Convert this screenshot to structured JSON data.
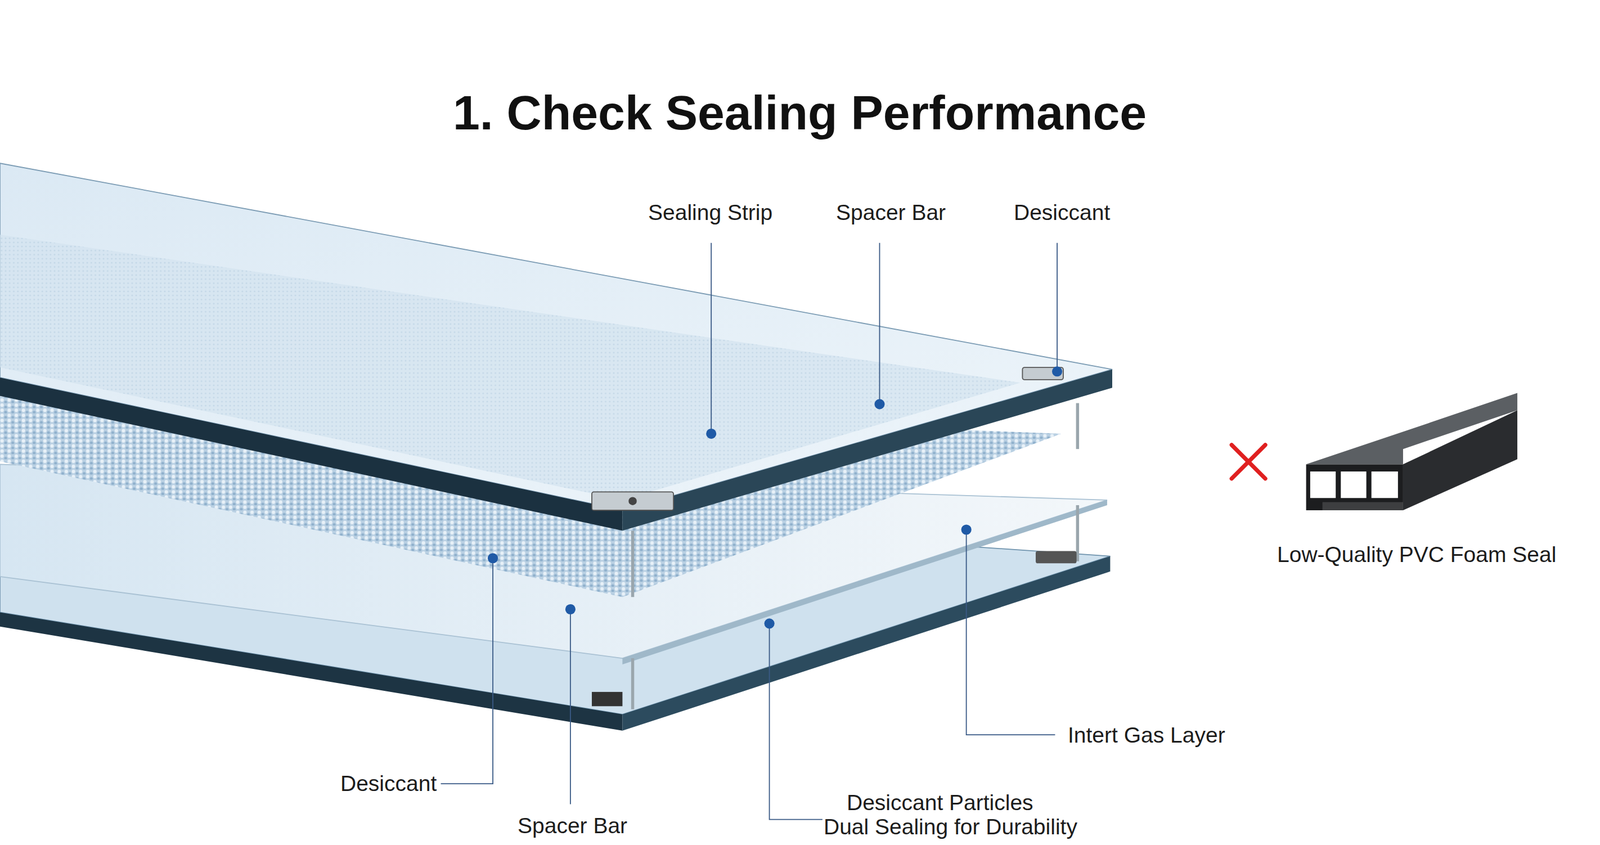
{
  "diagram": {
    "title": "1. Check Sealing Performance",
    "labels": [
      "Sealing Strip",
      "Spacer Bar",
      "Desiccant",
      "Low-Quality PVC Foam Seal",
      "Intert Gas Layer",
      "Desiccant",
      "Desiccant Particles",
      "Spacer Bar",
      "Dual Sealing for Durability"
    ]
  }
}
